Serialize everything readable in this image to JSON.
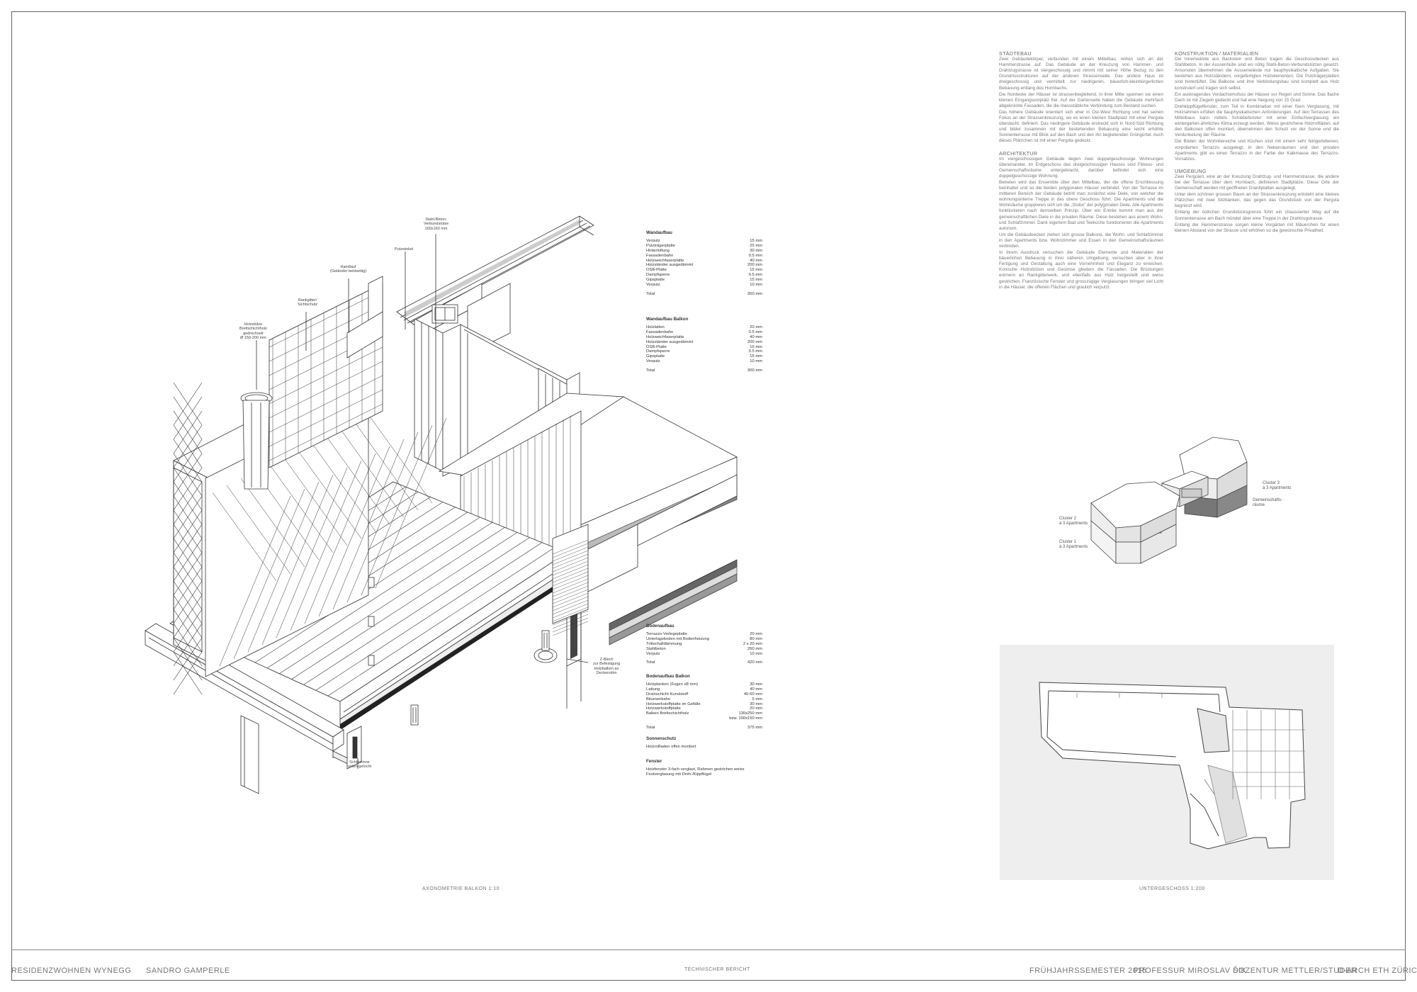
{
  "footer": {
    "project": "RESIDENZWOHNEN WYNEGG",
    "author": "SANDRO GAMPERLE",
    "report": "TECHNISCHER BERICHT",
    "semester": "FRÜHJAHRSSEMESTER 2015",
    "professor": "PROFESSUR MIROSLAV ŠIK",
    "docentur": "DOZENTUR METTLER/STUDER",
    "school": "D-ARCH ETH ZÜRICH"
  },
  "captions": {
    "axonometry": "AXONOMETRIE BALKON 1:10",
    "plan": "UNTERGESCHOSS 1:200"
  },
  "annotations": {
    "holzstuetze": [
      "Holzstütze",
      "Brettschichtholz",
      "gedrechselt",
      "Ø 150-200 mm"
    ],
    "rankgitter": [
      "Rankgitter/",
      "Sichtschutz"
    ],
    "handlauf": [
      "Handlauf",
      "(Geländer beidseitig)"
    ],
    "putzwinkel": [
      "Putzwinkel"
    ],
    "stahlbeton": [
      "Stahl-Beton-",
      "Verbundstütze",
      "160x160 mm"
    ],
    "zblech": [
      "Z-Blech",
      "zur Befestigung",
      "Holzbalken an",
      "Deckenstirn"
    ],
    "schlitzrinne": [
      "Schlitzrinne",
      "unten gelocht"
    ]
  },
  "specs": {
    "wandaufbau": {
      "title": "Wandaufbau",
      "rows": [
        [
          "Verputz",
          "15 mm"
        ],
        [
          "Putzträgerplatte",
          "25 mm"
        ],
        [
          "Hinterlüftung",
          "30 mm"
        ],
        [
          "Fassadenbahn",
          "0.5 mm"
        ],
        [
          "Holzweichfaserplatte",
          "40 mm"
        ],
        [
          "Holzständer ausgedämmt",
          "200 mm"
        ],
        [
          "OSB-Platte",
          "15 mm"
        ],
        [
          "Dampfsperre",
          "0.5 mm"
        ],
        [
          "Gipsplatte",
          "15 mm"
        ],
        [
          "Verputz",
          "10 mm"
        ]
      ],
      "total_label": "Total",
      "total": "350 mm"
    },
    "wandaufbau_balkon": {
      "title": "Wandaufbau Balkon",
      "rows": [
        [
          "Holzlatten",
          "20 mm"
        ],
        [
          "Fassadenbahn",
          "0.5 mm"
        ],
        [
          "Holzweichfaserplatte",
          "40 mm"
        ],
        [
          "Holzständer ausgedämmt",
          "200 mm"
        ],
        [
          "OSB-Platte",
          "15 mm"
        ],
        [
          "Dampfsperre",
          "0.5 mm"
        ],
        [
          "Gipsplatte",
          "15 mm"
        ],
        [
          "Verputz",
          "10 mm"
        ]
      ],
      "total_label": "Total",
      "total": "300 mm"
    },
    "bodenaufbau": {
      "title": "Bodenaufbau",
      "rows": [
        [
          "Terrazzo-Verlegeplatte",
          "20 mm"
        ],
        [
          "Unterlagsboden mit Bodenheizung",
          "80 mm"
        ],
        [
          "Trittschalldämmung",
          "2 x 20 mm"
        ],
        [
          "Stahlbeton",
          "260 mm"
        ],
        [
          "Verputz",
          "10 mm"
        ]
      ],
      "total_label": "Total",
      "total": "420 mm"
    },
    "bodenaufbau_balkon": {
      "title": "Bodenaufbau Balkon",
      "rows": [
        [
          "Holzplanken (Fugen ≤8 mm)",
          "30 mm"
        ],
        [
          "Lattung",
          "40 mm"
        ],
        [
          "Drainschicht Kunststoff",
          "40-60 mm"
        ],
        [
          "Bitumenbahn",
          "5 mm"
        ],
        [
          "Holzwerkstoffplatte im Gefälle",
          "30 mm"
        ],
        [
          "Holzwerkstoffplatte",
          "20 mm"
        ],
        [
          "Balken Brettschichtholz",
          "130x250 mm"
        ],
        [
          "",
          "bzw. 100x150 mm"
        ]
      ],
      "total_label": "Total",
      "total": "375 mm"
    },
    "sonnenschutz": {
      "title": "Sonnenschutz",
      "text": "Holzrollladen offen montiert"
    },
    "fenster": {
      "title": "Fenster",
      "text": "Holzfenster 3-fach verglast, Rahmen gestrichen weiss Festverglasung mit Dreh-/Kippflügel"
    }
  },
  "text_left": {
    "heading_stadtebau": "STÄDTEBAU",
    "stadtebau": [
      "Zwei Gebäudekörper, verbunden mit einem Mittelbau, reihen sich an der Hammerstrasse auf. Das Gebäude an der Kreuzung von Hammer- und Drahtzugstrasse ist viergeschossig und nimmt mit seiner Höhe Bezug zu den Grundrissstrukturen auf der anderen Strassenseite. Das andere Haus ist dreigeschossig und vermittelt zur niedrigeren, bäuerlich-kleinbürgerlichen Bebauung entlang des Hornbachs.",
      "Die Nordecke der Häuser ist strassenbegleitend, in ihrer Mitte spannen sie einen kleinen Eingangsvorplatz frei. Auf der Gartenseite haben die Gebäude mehrfach abgeknickte Fassaden, die die massstäbliche Verbindung zum Bestand suchen.",
      "Das höhere Gebäude orientiert sich eher in Ost-West Richtung und hat seinen Fokus an der Strassenkreuzung, wo es einen kleinen Stadtplatz mit einer Pergola überdacht, definiert. Das niedrigere Gebäude erstreckt sich in Nord-Süd Richtung und bildet zusammen mit der bestehenden Bebauung eine leicht erhöhte Sonnenterrasse mit Blick auf den Bach und den ihn begleitenden Grüngürtel. Auch dieses Plätzchen ist mit einer Pergola gedeckt."
    ],
    "heading_architektur": "ARCHITEKTUR",
    "architektur": [
      "Im viergeschossigen Gebäude liegen zwei doppelgeschossige Wohnungen übereinander, im Erdgeschoss des dreigeschossigen Hauses sind Fitness- und Gemeinschaftsräume untergebracht, darüber befindet sich eine doppelgeschossige Wohnung.",
      "Betreten wird das Ensemble über den Mittelbau, der die offene Erschliessung beinhaltet und so die beiden polygonalen Häuser verbindet. Von der Terrasse im mittleren Bereich der Gebäude betritt man zunächst eine Diele, von welcher die wohnungsinterne Treppe in das obere Geschoss führt. Die Apartments und die Wohnräume gruppieren sich um die „Stube“ der polygonalen Diele. Alle Apartments funktionieren nach demselben Prinzip. Über ein Entrée kommt man aus der gemeinschaftlichen Diele in die privaten Räume. Diese bestehen aus einem Wohn- und Schlafzimmer. Dank eigenem Bad und Teeküche funktionieren die Apartments autonom.",
      "Um die Gebäudeecken ziehen sich grosse Balkone, die Wohn- und Schlafzimmer in den Apartments bzw. Wohnzimmer und Essen in den Gemeinschaftsräumen verbinden.",
      "In ihrem Ausdruck versuchen die Gebäude Elemente und Materialien der bäuerlichen Bebauung in ihrer näheren Umgebung, versuchen aber in ihrer Fertigung und Gestaltung auch eine Vornehmheit und Eleganz zu erreichen. Konische Holzstützen und Gesimse gliedern die Fassaden. Die Brüstungen erinnern an Rankgitterwerk, und ebenfalls aus Holz hergestellt und weiss gestrichen. Französische Fenster und grosszügige Verglasungen bringen viel Licht in die Häuser, die offenen Flächen und graulich verputzt."
    ]
  },
  "text_right": {
    "heading_konstruktion": "KONSTRUKTION / MATERIALIEN",
    "konstruktion": [
      "Die Innenwände aus Backstein und Beton tragen die Geschossdecken aus Stahlbeton. In der Aussenhülle sind wo nötig Stahl-Beton-Verbundstützen gesetzt. Ansonsten übernehmen die Aussenwände nur bauphysikalische Aufgaben. Sie bestehen aus Holzständern, vorgefertigten Holzelementen. Die Putzträgerplatten sind hinterlüftet. Die Balkone und ihre Verbindungsbau sind komplett aus Holz konstruiert und tragen sich selbst.",
      "Ein auskragendes Vordachsimsfuss der Häuser vor Regen und Sonne. Das flache Dach ist mit Ziegeln gedeckt und hat eine Neigung von 15 Grad.",
      "Drehkippflügelfenster, zum Teil in Kombination mit einer fixen Verglasung, mit Holzrahmen erfüllen die bauphysikalischen Anforderungen. Auf den Terrassen des Mittelbaus kann mittels Schiebefenster mit einer Einfachverglasung ein wintergarten-ähnliches Klima erzeugt werden. Weiss gestrichene Holzrollläden, auf den Balkonen offen montiert, übernehmen den Schutz vor der Sonne und die Verdunkelung der Räume.",
      "Die Böden der Wohnbereiche und Küchen sind mit einem sehr feingeriebenen, vorpolierten Terrazzo ausgelegt, in den Nebenräumen und den privaten Apartments gibt es einen Terrazzo in der Farbe der Kalkmasse des Terrazzo-Vorsatzes."
    ],
    "heading_umgebung": "UMGEBUNG",
    "umgebung": [
      "Zwei Pergolen, eine an der Kreuzung Drahtzug- und Hammerstrasse, die andere bei der Terrasse über dem Hornbach, definieren Stadtplätze. Diese Orte der Gemeinschaft werden mit geöffneten Granitplatten ausgelegt.",
      "Unter dem schönen grossen Baum an der Strassenkreuzung entsteht eine kleines Plätzchen mit zwei Sitzbänken, das gegen das Grundstück von der Pergola begrenzt wird.",
      "Entlang der östlichen Grundstücksgrenze führt ein chaussierter Weg auf die Sonnenterrasse am Bach mündet über eine Treppe in der Drahtzugstrasse.",
      "Entlang der Hammerstrasse sorgen kleine Vorgärten mit Mäuerchen für einen kleinen Abstand von der Strasse und erhöhen so die gewünschte Privatheit."
    ]
  },
  "diagram_labels": {
    "cluster3": [
      "Cluster 3",
      "à 3 Apartments"
    ],
    "gemeinschaft": [
      "Gemeinschafts-",
      "räume"
    ],
    "cluster2": [
      "Cluster 2",
      "à 3 Apartments"
    ],
    "cluster1": [
      "Cluster 1",
      "à 3 Apartments"
    ]
  }
}
